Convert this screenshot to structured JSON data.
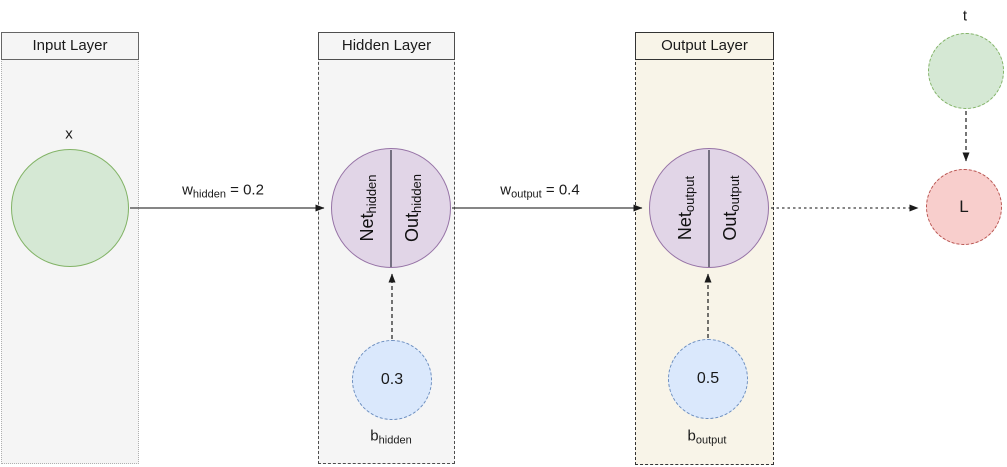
{
  "diagram_title": "neural-network-forward-pass",
  "colors": {
    "input_node_fill": "#d5e8d4",
    "input_node_border": "#82b366",
    "neuron_fill": "#e1d5e7",
    "neuron_border": "#9673a6",
    "bias_fill": "#dae8fc",
    "bias_border": "#6c8ebf",
    "loss_fill": "#f8cecc",
    "loss_border": "#b85450",
    "layer_fill_gray": "#f5f5f5",
    "layer_fill_cream": "#f8f4e8"
  },
  "input_layer": {
    "title": "Input Layer",
    "node_label": "x"
  },
  "hidden_layer": {
    "title": "Hidden Layer",
    "neuron": {
      "net_base": "Net",
      "net_sub": "hidden",
      "out_base": "Out",
      "out_sub": "hidden"
    },
    "bias": {
      "value": "0.3",
      "label_base": "b",
      "label_sub": "hidden"
    }
  },
  "output_layer": {
    "title": "Output Layer",
    "neuron": {
      "net_base": "Net",
      "net_sub": "output",
      "out_base": "Out",
      "out_sub": "output"
    },
    "bias": {
      "value": "0.5",
      "label_base": "b",
      "label_sub": "output"
    }
  },
  "weights": {
    "hidden": {
      "base": "w",
      "sub": "hidden",
      "eq": " = 0.2"
    },
    "output": {
      "base": "w",
      "sub": "output",
      "eq": " = 0.4"
    }
  },
  "target_node": {
    "label": "t"
  },
  "loss_node": {
    "label": "L"
  }
}
